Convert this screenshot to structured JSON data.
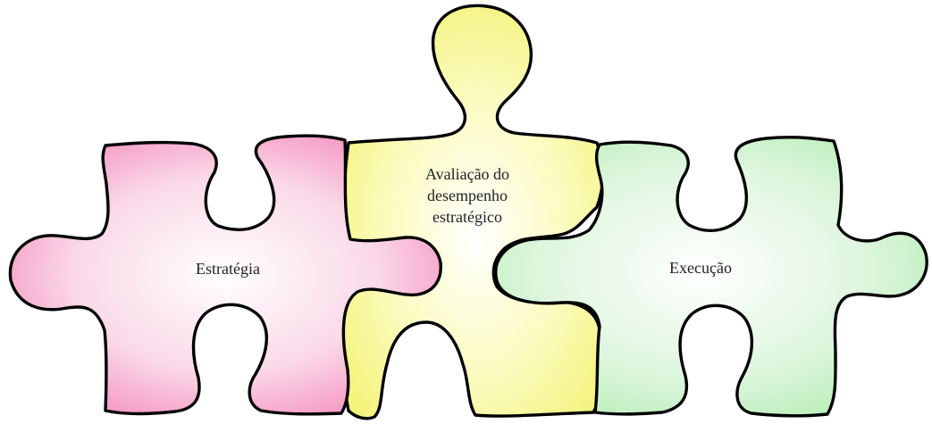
{
  "pieces": {
    "strategy": {
      "label": "Estratégia",
      "fill_color": "#f58fbe",
      "inner_color": "#ffffff"
    },
    "evaluation": {
      "lines": [
        "Avaliação do",
        "desempenho",
        "estratégico"
      ],
      "fill_color": "#f7f77f",
      "inner_color": "#ffffff"
    },
    "execution": {
      "label": "Execução",
      "fill_color": "#bff2bf",
      "inner_color": "#ffffff"
    }
  }
}
